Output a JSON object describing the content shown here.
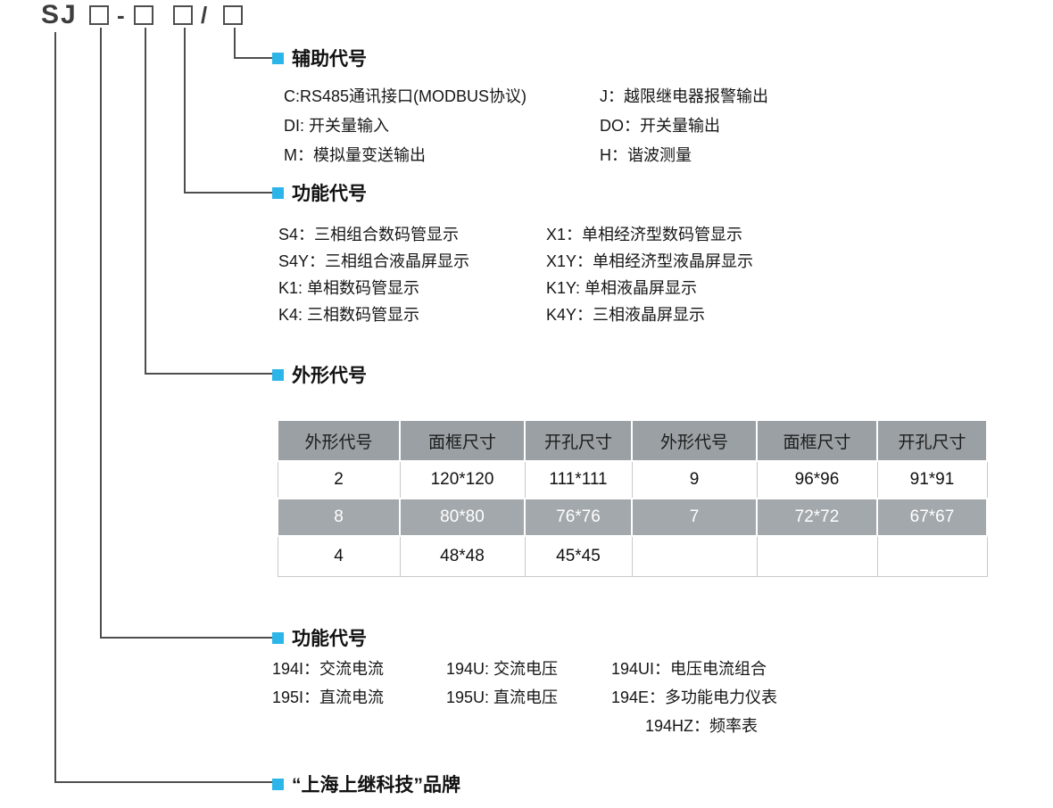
{
  "accent_color": "#2cb5e8",
  "model": {
    "prefix": "SJ",
    "dash": "-",
    "slash": "/"
  },
  "sections": {
    "auxiliary": {
      "title": "辅助代号",
      "rows": [
        {
          "left": "C:RS485通讯接口(MODBUS协议)",
          "right": "J：越限继电器报警输出"
        },
        {
          "left": "DI: 开关量输入",
          "right": "DO：开关量输出"
        },
        {
          "left": "M：模拟量变送输出",
          "right": "H：谐波测量"
        }
      ]
    },
    "display": {
      "title": "功能代号",
      "rows": [
        {
          "left": "S4：三相组合数码管显示",
          "right": "X1：单相经济型数码管显示"
        },
        {
          "left": "S4Y：三相组合液晶屏显示",
          "right": "X1Y：单相经济型液晶屏显示"
        },
        {
          "left": "K1: 单相数码管显示",
          "right": "K1Y: 单相液晶屏显示"
        },
        {
          "left": "K4: 三相数码管显示",
          "right": "K4Y：三相液晶屏显示"
        }
      ]
    },
    "shape": {
      "title": "外形代号",
      "table": {
        "headers": [
          "外形代号",
          "面框尺寸",
          "开孔尺寸",
          "外形代号",
          "面框尺寸",
          "开孔尺寸"
        ],
        "rows": [
          {
            "cells": [
              "2",
              "120*120",
              "111*111",
              "9",
              "96*96",
              "91*91"
            ]
          },
          {
            "cells": [
              "8",
              "80*80",
              "76*76",
              "7",
              "72*72",
              "67*67"
            ]
          },
          {
            "cells": [
              "4",
              "48*48",
              "45*45",
              "",
              "",
              ""
            ]
          }
        ]
      }
    },
    "function": {
      "title": "功能代号",
      "rows": [
        [
          "194I：交流电流",
          "194U: 交流电压",
          "194UI：电压电流组合"
        ],
        [
          "195I：直流电流",
          "195U: 直流电压",
          "194E：多功能电力仪表"
        ],
        [
          "",
          "",
          "194HZ：频率表"
        ]
      ]
    },
    "brand": {
      "title": "“上海上继科技”品牌"
    }
  }
}
